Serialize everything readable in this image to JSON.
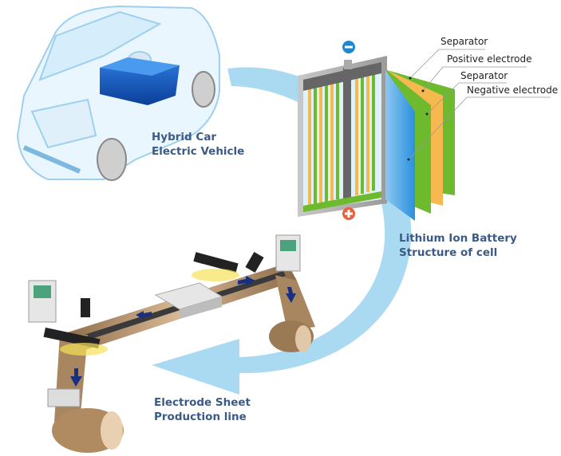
{
  "car_caption": {
    "line1": "Hybrid Car",
    "line2": "Electric Vehicle"
  },
  "battery_caption": {
    "line1": "Lithium Ion Battery",
    "line2": "Structure of cell"
  },
  "production_caption": {
    "line1": "Electrode Sheet",
    "line2": "Production line"
  },
  "cell_layers": [
    "Separator",
    "Positive electrode",
    "Separator",
    "Negative electrode"
  ],
  "colors": {
    "caption": "#3b5a85",
    "cycle_arrow": "#aadaf2",
    "separator": "#6dba2e",
    "positive": "#f5b94f",
    "negative": "#3a9ee0",
    "minus_terminal": "#1e88d0",
    "plus_terminal": "#e8603c"
  }
}
